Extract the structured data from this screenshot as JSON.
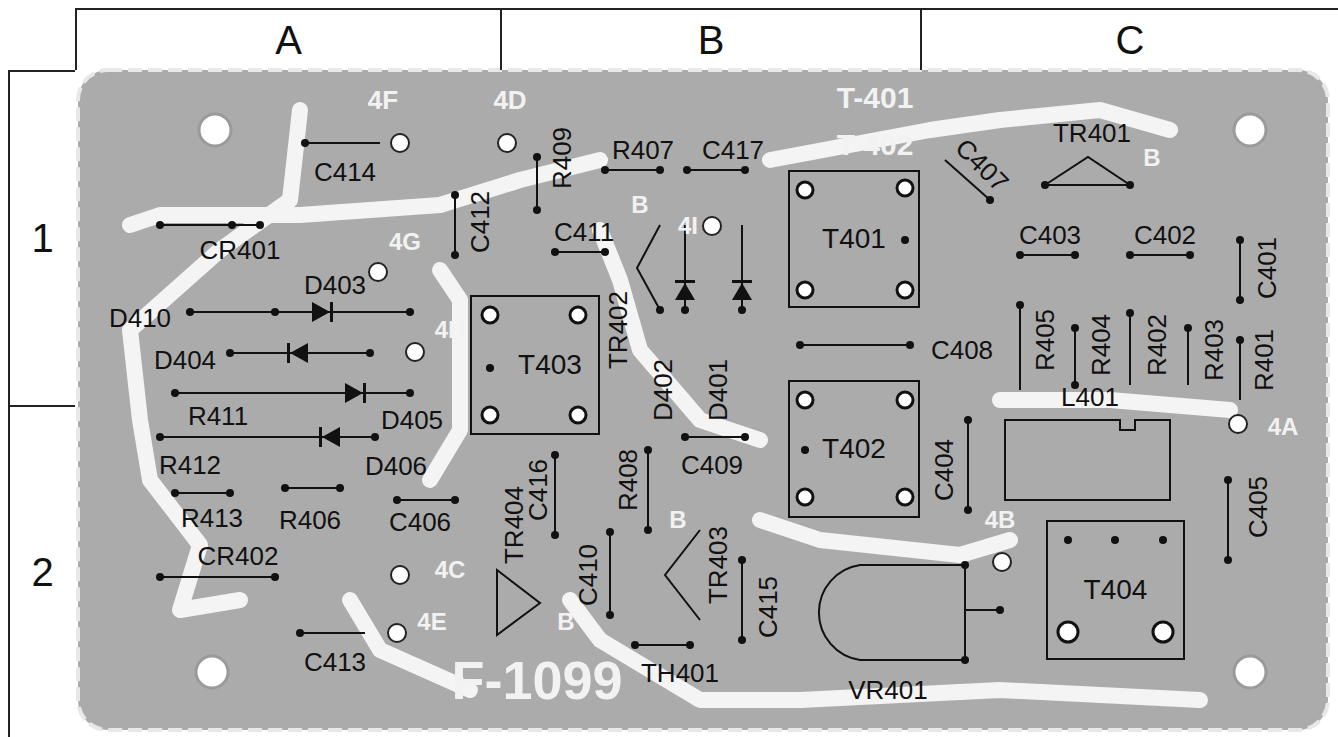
{
  "diagram": {
    "nodes": [
      {
        "text": [
          "A"
        ]
      },
      {
        "text": [
          "B"
        ]
      },
      {
        "text": [
          "C"
        ]
      },
      {
        "text": [
          "1"
        ]
      },
      {
        "text": [
          "2"
        ]
      },
      {
        "text": [
          "T401"
        ]
      },
      {
        "text": [
          "T403"
        ]
      },
      {
        "text": [
          "T402"
        ]
      },
      {
        "text": [
          "T404"
        ]
      }
    ],
    "labels": [
      "4F",
      "4D",
      "C414",
      "R409",
      "R407",
      "C417",
      "T-401",
      "T-402",
      "C407",
      "TR401",
      "B",
      "C412",
      "C411",
      "B",
      "4I",
      "CR401",
      "4G",
      "D403",
      "D410",
      "D404",
      "4H",
      "R411",
      "D405",
      "R412",
      "D406",
      "R413",
      "R406",
      "C406",
      "CR402",
      "4C",
      "4E",
      "C413",
      "TR404",
      "C416",
      "R408",
      "B",
      "C410",
      "TR403",
      "C415",
      "B",
      "F-1099",
      "TH401",
      "VR401",
      "C403",
      "C402",
      "C401",
      "R405",
      "R404",
      "R402",
      "R403",
      "R401",
      "C408",
      "TR402",
      "D402",
      "D401",
      "C409",
      "L401",
      "4A",
      "C404",
      "C405",
      "4B"
    ]
  }
}
